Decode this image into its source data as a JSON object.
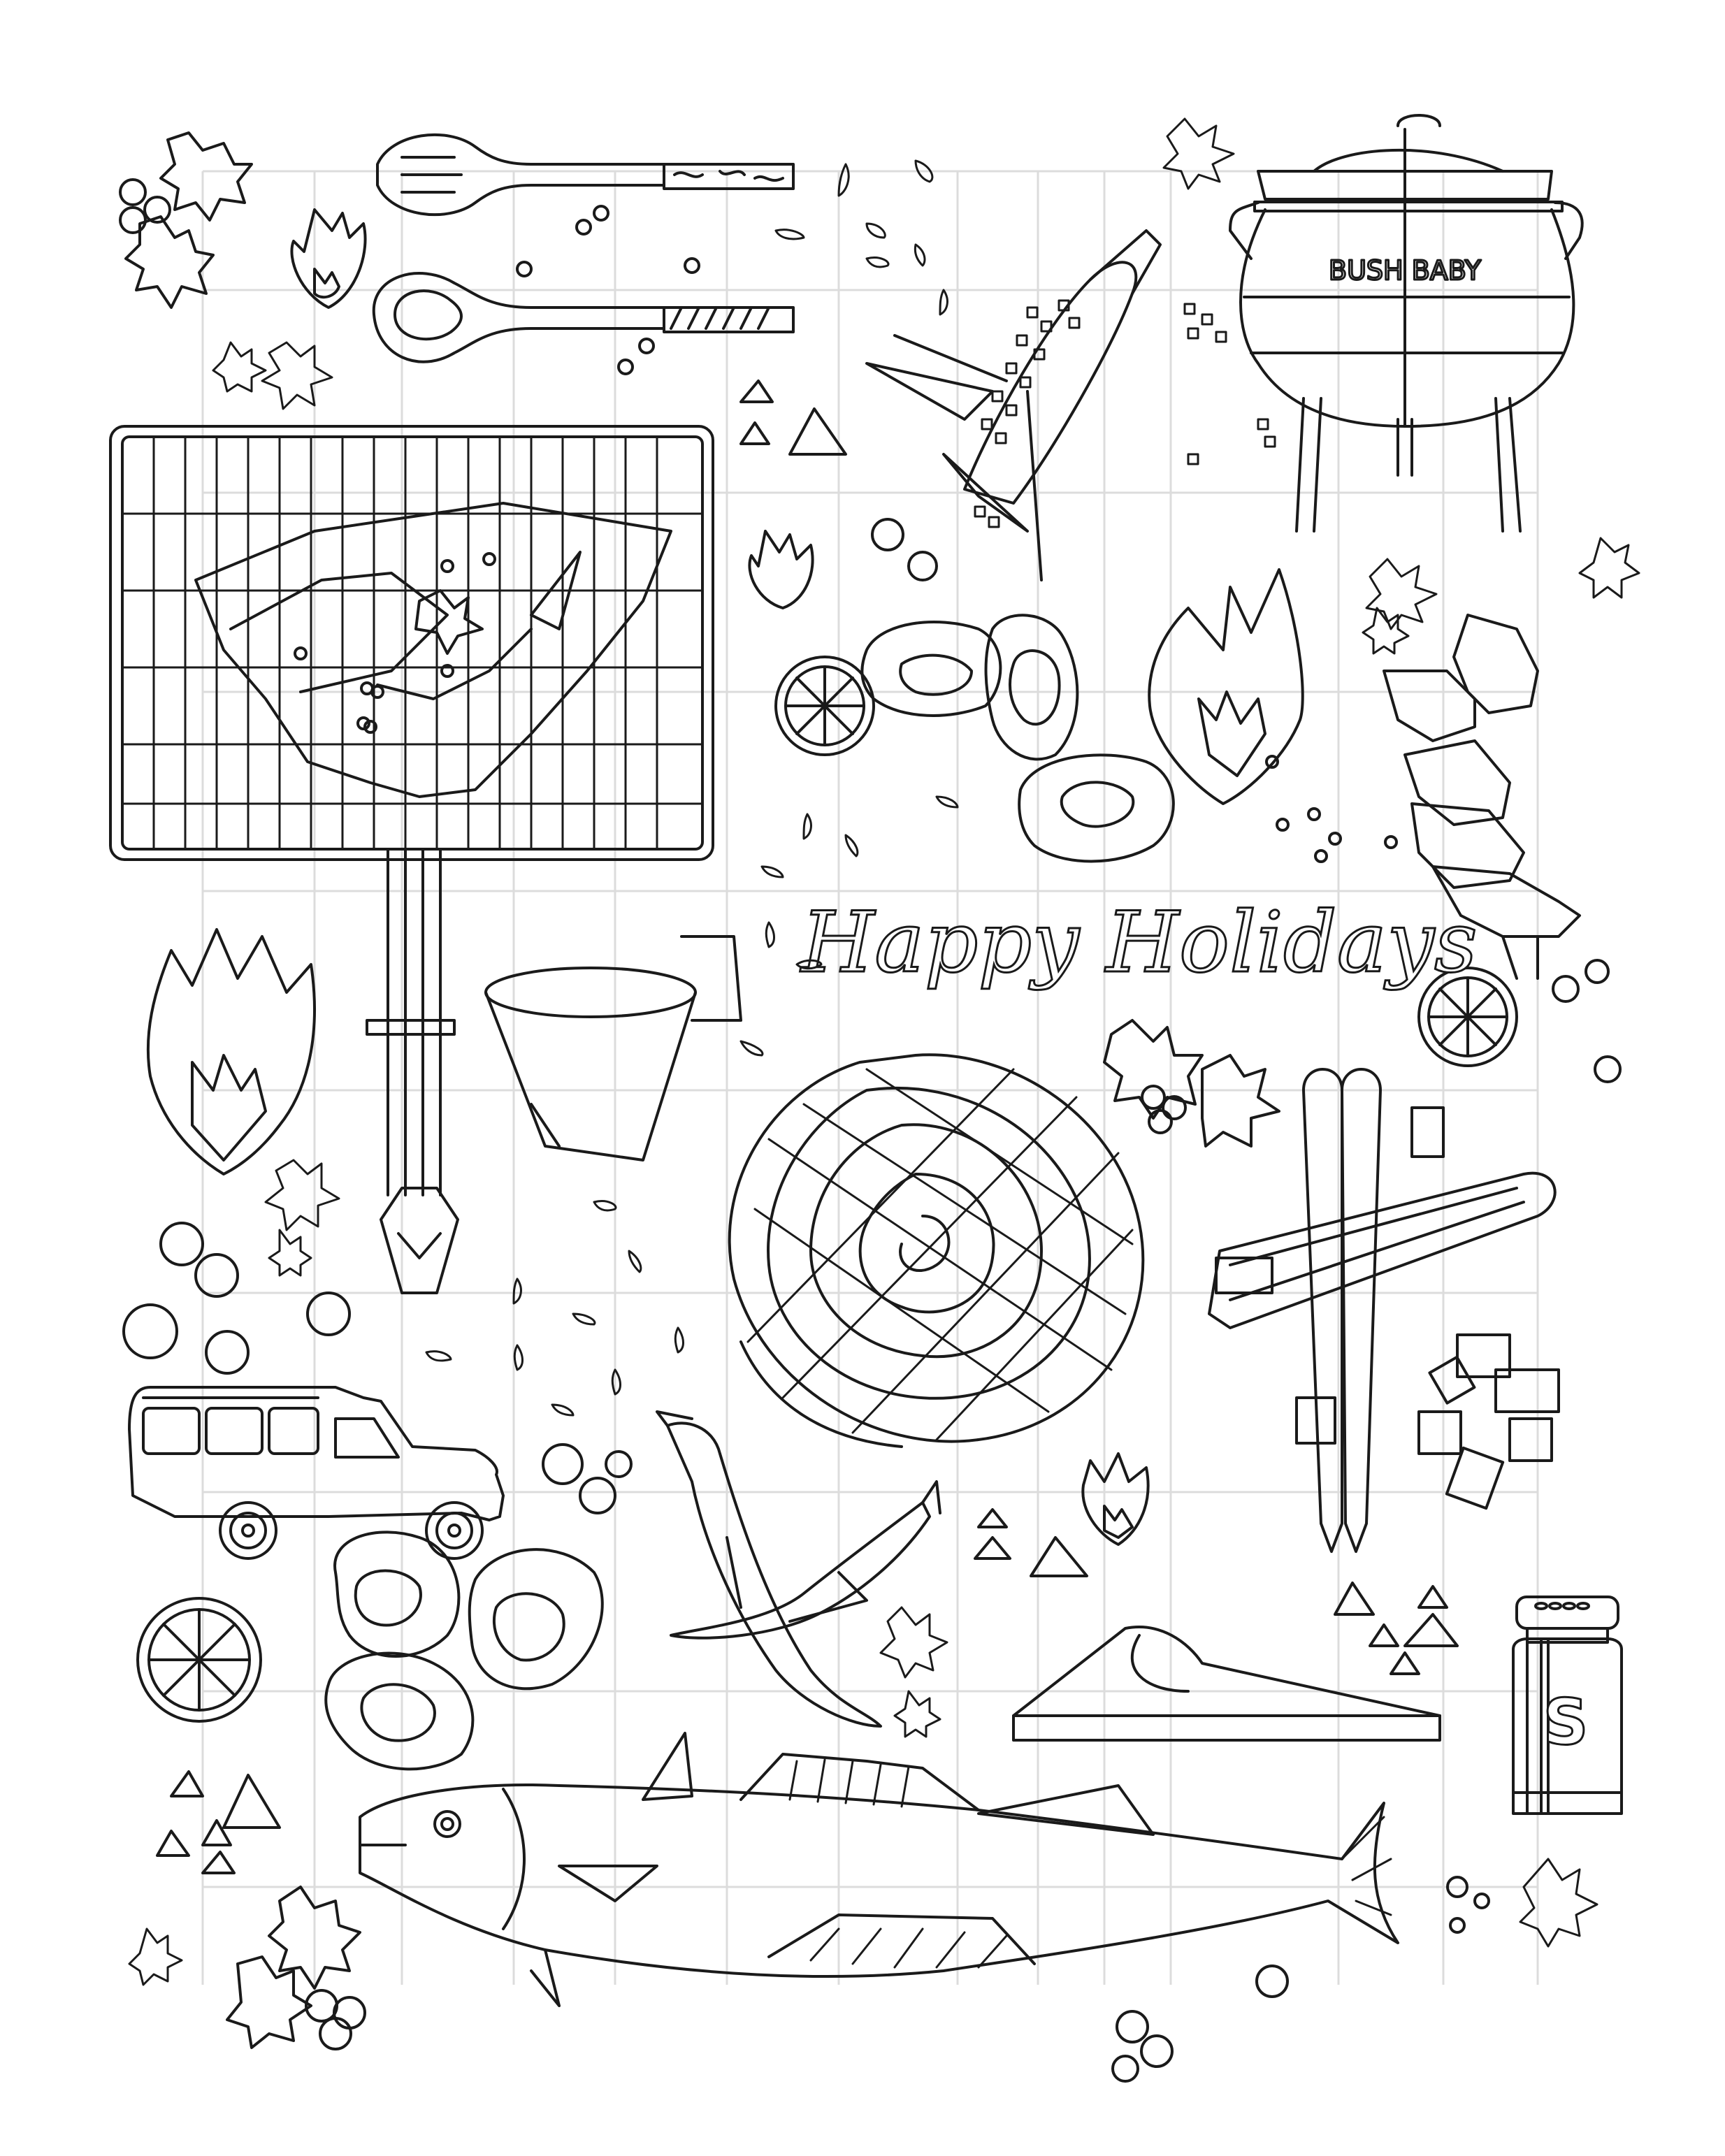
{
  "page": {
    "type": "coloring page",
    "style": "black line art on white with light grey grid"
  },
  "texts": {
    "greeting": "Happy Holidays",
    "pot_brand": "BUSH BABY",
    "salt_label": "S"
  },
  "colors": {
    "background": "#ffffff",
    "line": "#1a1a1a",
    "grid": "#dcdcdc"
  },
  "illustrations": [
    "holly-sprig",
    "salad-fork",
    "salad-spoon",
    "flame",
    "corn-cob",
    "potjie-pot",
    "grill-grid",
    "t-bone-steak",
    "oysters",
    "lemon-slice",
    "prawns",
    "enamel-mug",
    "boerewors-coil",
    "tongs",
    "safari-vehicle",
    "chili-peppers",
    "cheese-wedge",
    "salt-shaker",
    "fish",
    "peas",
    "leaves",
    "maple-leaves",
    "salt-piles",
    "marshmallows"
  ]
}
